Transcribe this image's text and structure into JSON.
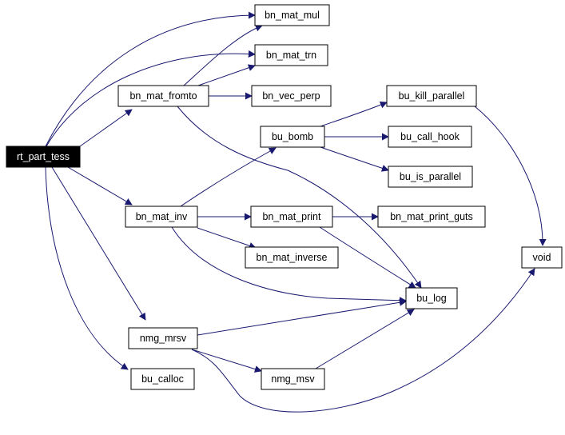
{
  "graph": {
    "nodes": {
      "rt_part_tess": "rt_part_tess",
      "bn_mat_mul": "bn_mat_mul",
      "bn_mat_trn": "bn_mat_trn",
      "bn_mat_fromto": "bn_mat_fromto",
      "bn_vec_perp": "bn_vec_perp",
      "bu_kill_parallel": "bu_kill_parallel",
      "bu_bomb": "bu_bomb",
      "bu_call_hook": "bu_call_hook",
      "bu_is_parallel": "bu_is_parallel",
      "bn_mat_inv": "bn_mat_inv",
      "bn_mat_print": "bn_mat_print",
      "bn_mat_print_guts": "bn_mat_print_guts",
      "bn_mat_inverse": "bn_mat_inverse",
      "void": "void",
      "bu_log": "bu_log",
      "nmg_mrsv": "nmg_mrsv",
      "bu_calloc": "bu_calloc",
      "nmg_msv": "nmg_msv"
    },
    "edge_color": "#191970",
    "root_fill": "#000000"
  }
}
